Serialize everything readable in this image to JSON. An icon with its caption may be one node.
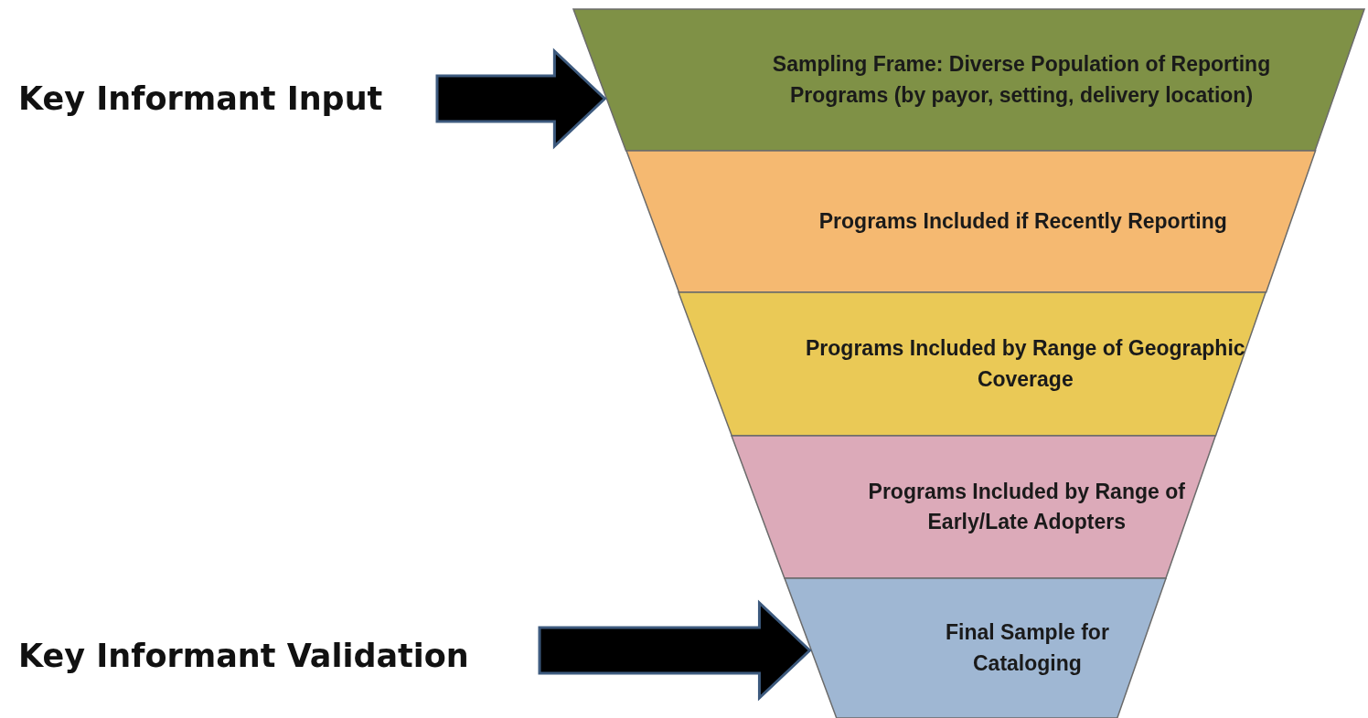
{
  "diagram": {
    "nodes": [
      {
        "text": [
          "Key Informant Input"
        ]
      },
      {
        "text": [
          "Sampling Frame: Diverse Population of Reporting Programs (by payor, setting, delivery location)"
        ]
      },
      {
        "text": [
          "Programs Included if Recently Reporting"
        ]
      },
      {
        "text": [
          "Programs Included by Range of Geographic Coverage"
        ]
      },
      {
        "text": [
          "Programs Included by Range of Early/Late Adopters"
        ]
      },
      {
        "text": [
          "Final Sample for Cataloging"
        ]
      },
      {
        "text": [
          "Key Informant Validation"
        ]
      }
    ],
    "edges": [
      {
        "from": 0,
        "to": 1,
        "arrow": "to"
      },
      {
        "from": 6,
        "to": 5,
        "arrow": "to"
      }
    ]
  }
}
